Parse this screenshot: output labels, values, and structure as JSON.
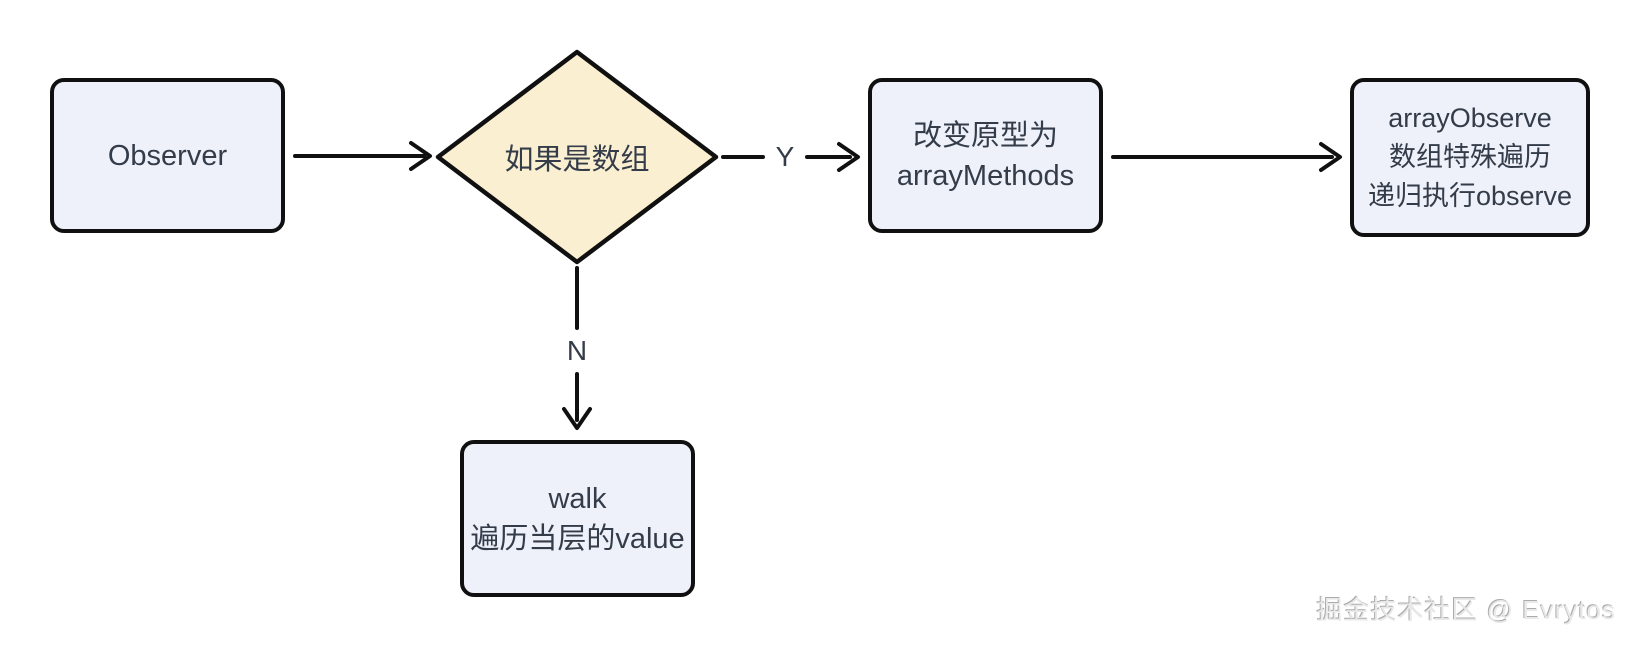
{
  "diagram": {
    "type": "flowchart",
    "nodes": {
      "observer": {
        "shape": "rect",
        "lines": [
          "Observer"
        ]
      },
      "decision": {
        "shape": "diamond",
        "lines": [
          "如果是数组"
        ]
      },
      "array_methods": {
        "shape": "rect",
        "lines": [
          "改变原型为",
          "arrayMethods"
        ]
      },
      "array_observe": {
        "shape": "rect",
        "lines": [
          "arrayObserve",
          "数组特殊遍历",
          "递归执行observe"
        ]
      },
      "walk": {
        "shape": "rect",
        "lines": [
          "walk",
          "遍历当层的value"
        ]
      }
    },
    "edges": [
      {
        "from": "observer",
        "to": "decision",
        "label": ""
      },
      {
        "from": "decision",
        "to": "array_methods",
        "label": "Y"
      },
      {
        "from": "array_methods",
        "to": "array_observe",
        "label": ""
      },
      {
        "from": "decision",
        "to": "walk",
        "label": "N"
      }
    ],
    "edge_labels": {
      "yes": "Y",
      "no": "N"
    }
  },
  "watermark": {
    "text": "掘金技术社区 @ Evrytos"
  },
  "theme": {
    "background": "#ffffff",
    "node_fill": "#eef1f9",
    "diamond_fill": "#faf0d1",
    "stroke": "#101010",
    "text": "#343c4a",
    "watermark_color": "#e9e9e9"
  }
}
